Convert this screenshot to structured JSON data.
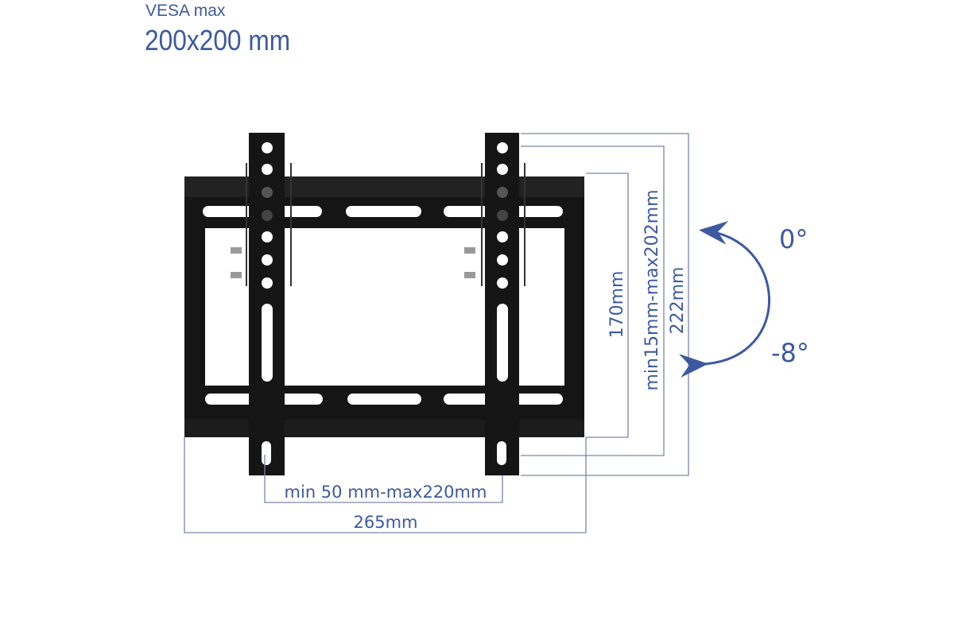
{
  "header": {
    "vesa_label": "VESA max",
    "vesa_value": "200x200 mm"
  },
  "dimensions": {
    "inner_height": "170mm",
    "arm_range": "min15mm-max202mm",
    "total_height": "222mm",
    "arm_spacing": "min 50 mm-max220mm",
    "total_width": "265mm"
  },
  "tilt": {
    "top": "0°",
    "bottom": "-8°"
  },
  "colors": {
    "accent": "#3d5aa0",
    "dim_line": "#7b86aa",
    "metal": "#141414"
  }
}
